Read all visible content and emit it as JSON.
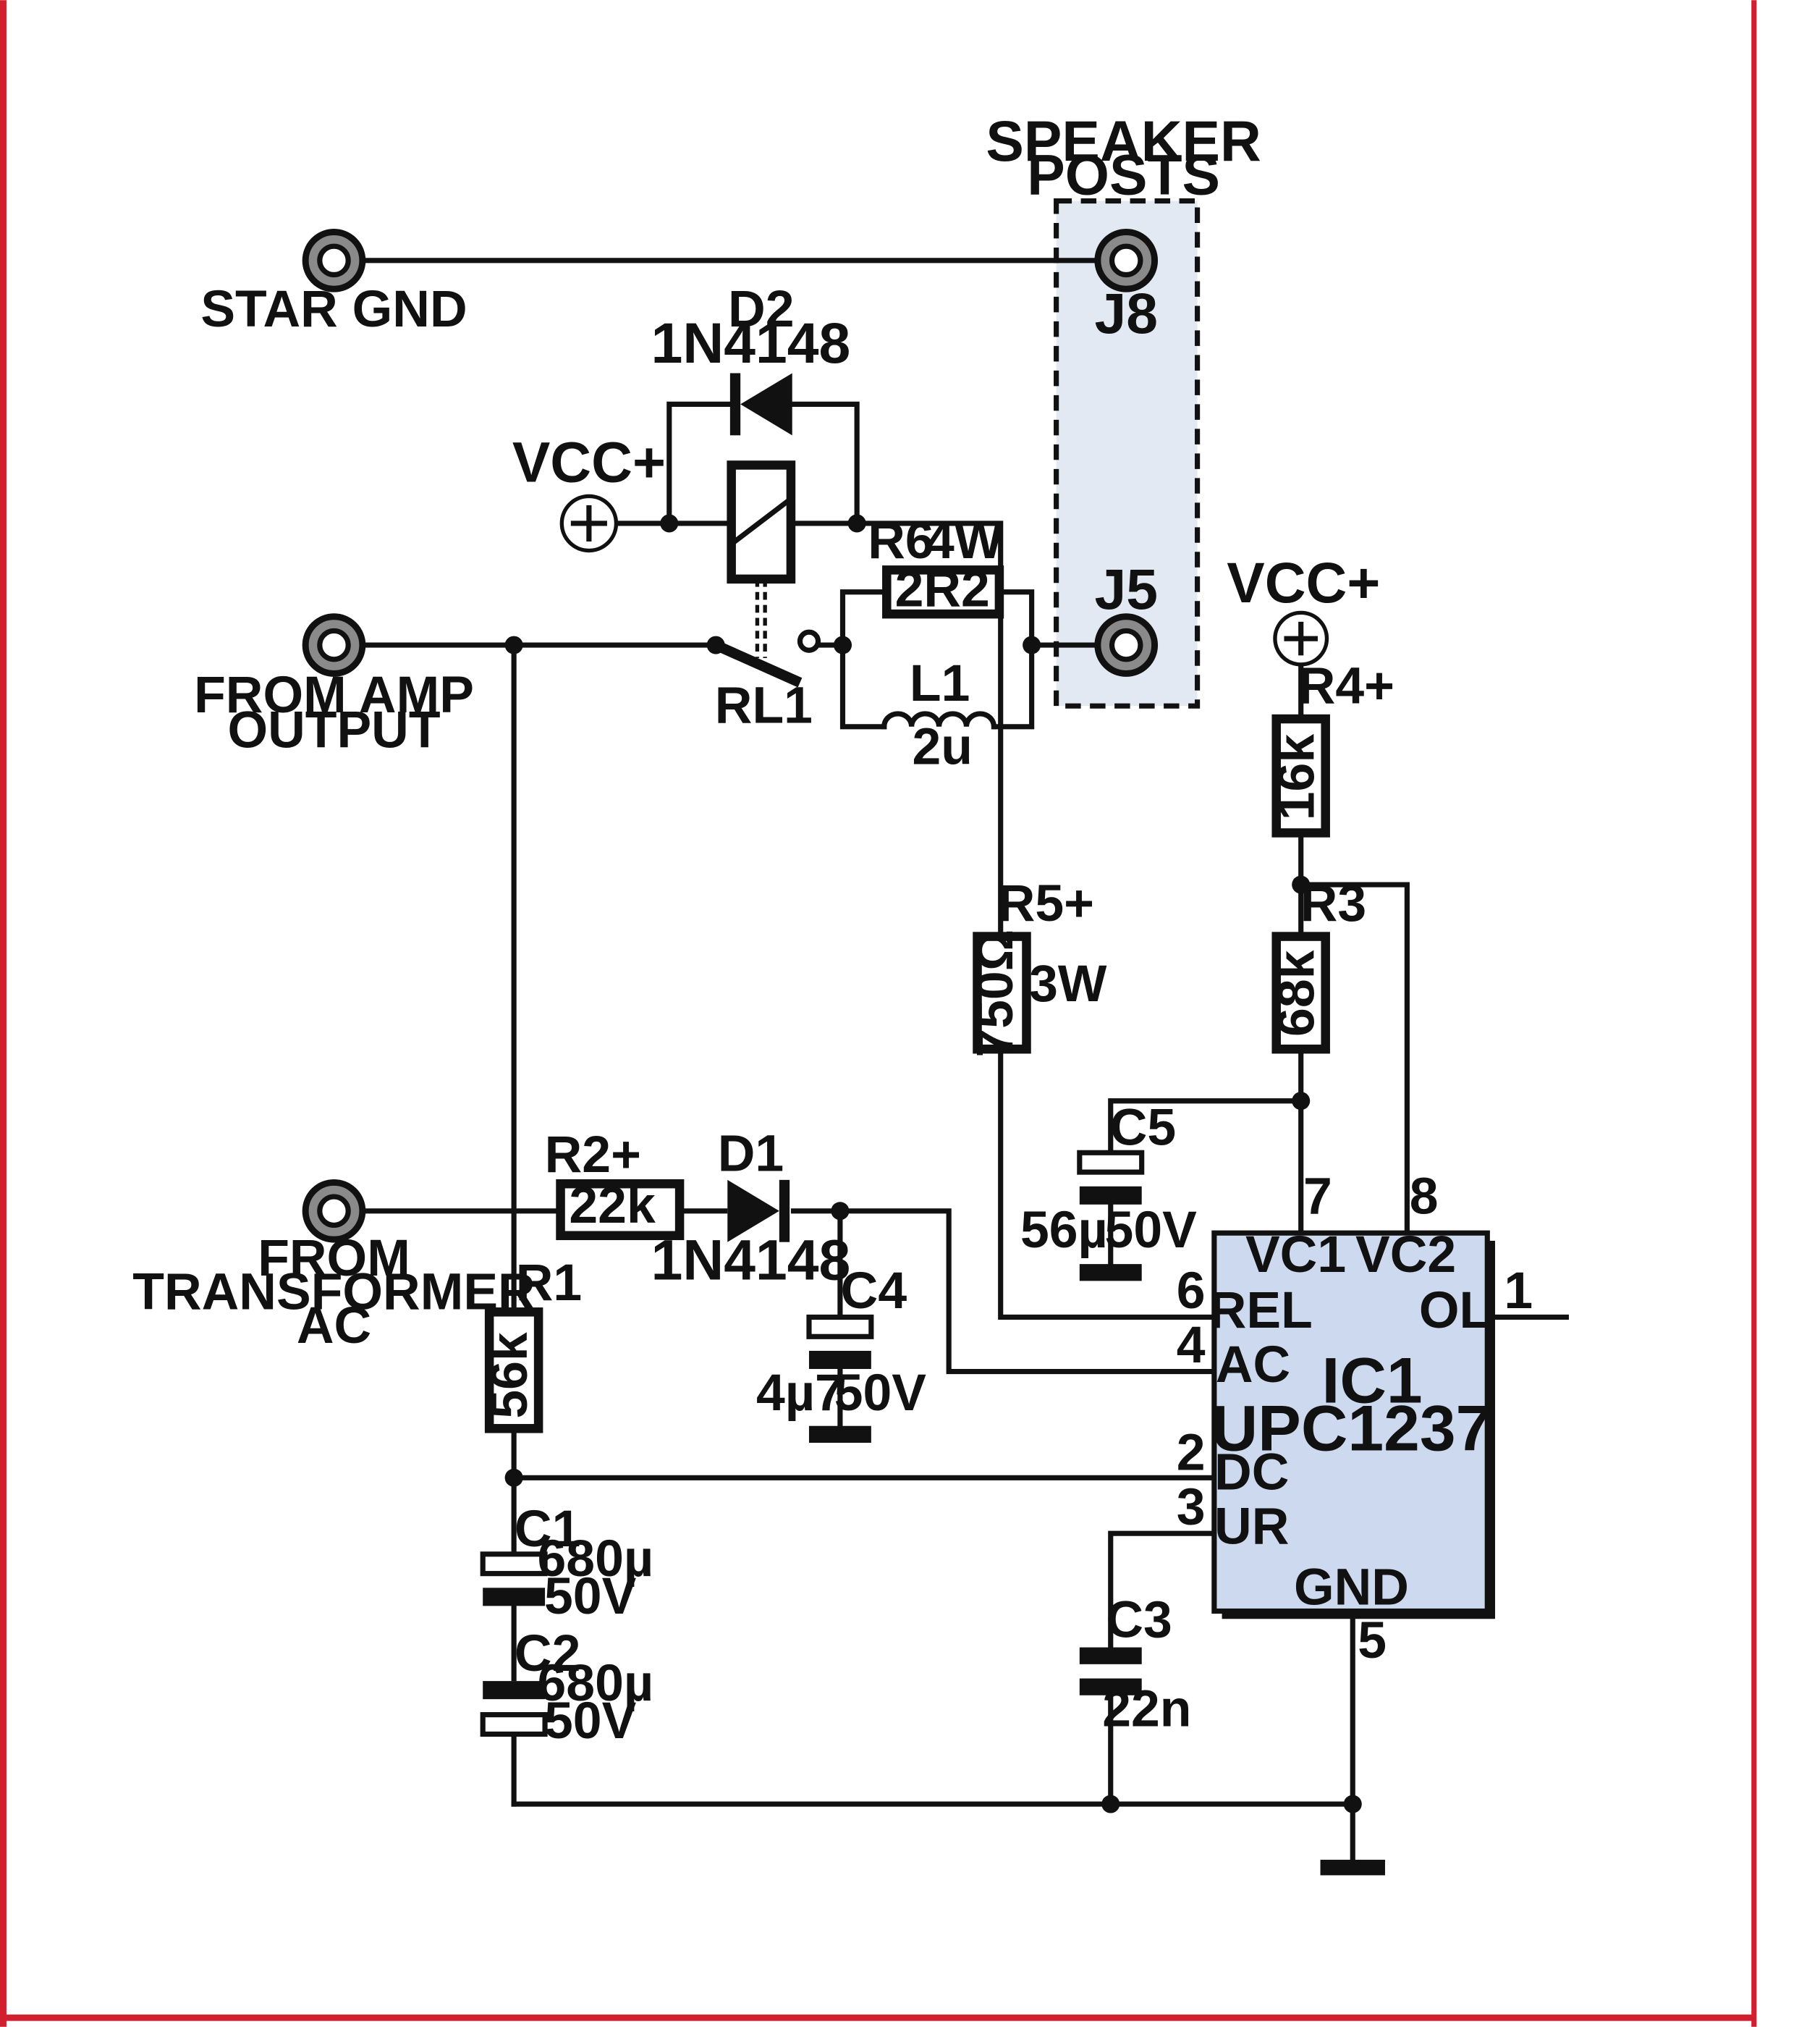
{
  "colors": {
    "frame_red": "#d11f2f",
    "speaker_box_fill": "#e3e9f3",
    "ic_fill": "#ccd9ee",
    "line": "#111111",
    "post_gray": "#8a8a8a"
  },
  "speaker_posts": {
    "title_line1": "SPEAKER",
    "title_line2": "POSTS",
    "j8": "J8",
    "j5": "J5"
  },
  "terminals": {
    "star_gnd": "STAR GND",
    "amp_line1": "FROM AMP",
    "amp_line2": "OUTPUT",
    "tr_line1": "FROM",
    "tr_line2": "TRANSFORMER",
    "tr_line3": "AC"
  },
  "supplies": {
    "vcc_top": "VCC+",
    "vcc_right": "VCC+",
    "plus": "+"
  },
  "components": {
    "d2_ref": "D2",
    "d2_part": "1N4148",
    "rl1": "RL1",
    "r6_ref": "R6",
    "r6_power": "4W",
    "r6_value": "2R2",
    "l1_ref": "L1",
    "l1_value": "2u",
    "r5_ref": "R5+",
    "r5_value": "750Ω",
    "r5_power": "3W",
    "r4_ref": "R4+",
    "r4_value": "16k",
    "r3_ref": "R3",
    "r3_value": "68k",
    "c5_ref": "C5",
    "c5_value": "56µ",
    "c5_voltage": "50V",
    "r2_ref": "R2+",
    "r2_value": "22k",
    "d1_ref": "D1",
    "d1_part": "1N4148",
    "c4_ref": "C4",
    "c4_value": "4µ7",
    "c4_voltage": "50V",
    "r1_ref": "R1",
    "r1_value": "56k",
    "c1_ref": "C1",
    "c1_value": "680µ",
    "c1_voltage": "50V",
    "c2_ref": "C2",
    "c2_value": "680µ",
    "c2_voltage": "50V",
    "c3_ref": "C3",
    "c3_value": "22n"
  },
  "ic": {
    "ref": "IC1",
    "part": "UPC1237",
    "pins": {
      "vc1": "VC1",
      "vc2": "VC2",
      "rel": "REL",
      "ac": "AC",
      "dc": "DC",
      "ur": "UR",
      "ol": "OL",
      "gnd": "GND",
      "n7": "7",
      "n8": "8",
      "n6": "6",
      "n4": "4",
      "n2": "2",
      "n3": "3",
      "n1": "1",
      "n5": "5"
    }
  }
}
